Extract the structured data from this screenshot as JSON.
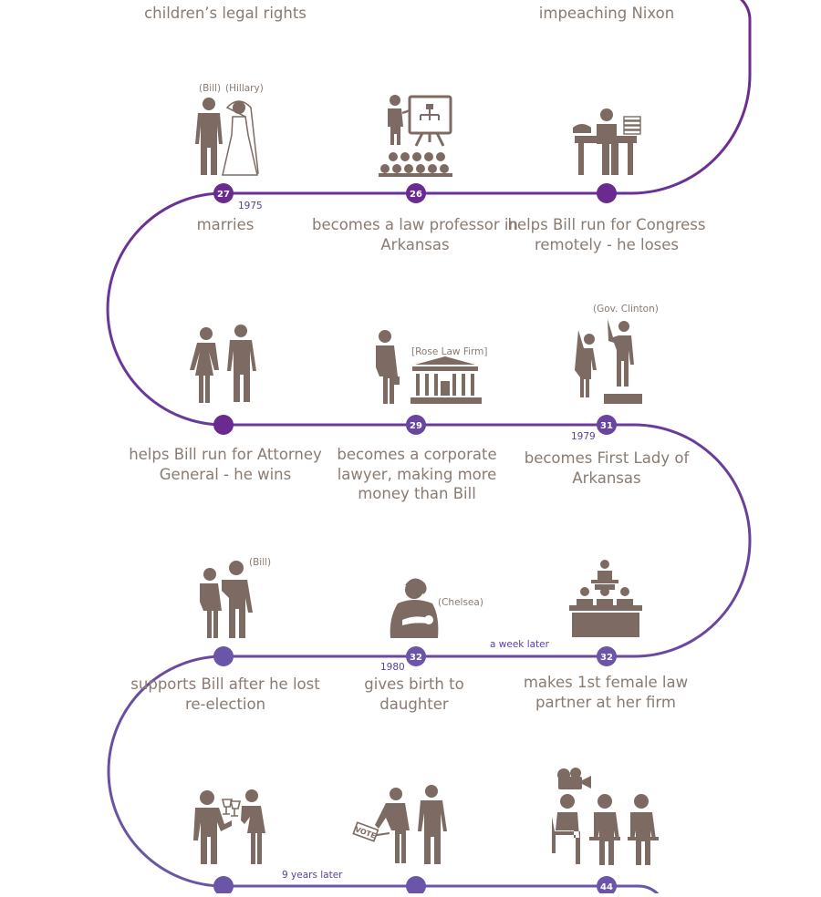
{
  "colors": {
    "purple_top": "#6b2a8f",
    "purple_bottom": "#6a55a8",
    "icon": "#7d6a62",
    "text": "#8a7b72"
  },
  "captions": {
    "top_left": "children’s legal rights",
    "top_right": "impeaching Nixon",
    "marries": "marries",
    "law_professor": "becomes a law professor in Arkansas",
    "congress": "helps Bill run for Congress remotely - he loses",
    "attorney_general": "helps Bill run for Attorney General - he wins",
    "corporate_lawyer": "becomes a corporate lawyer, making more money than Bill",
    "first_lady": "becomes First Lady of Arkansas",
    "re_election": "supports Bill after he lost re-election",
    "birth": "gives birth to daughter",
    "partner": "makes 1st female law partner at her firm"
  },
  "labels": {
    "bill": "(Bill)",
    "hillary": "(Hillary)",
    "rose_law_firm": "[Rose Law Firm]",
    "gov_clinton": "(Gov. Clinton)",
    "bill_2": "(Bill)",
    "chelsea": "(Chelsea)",
    "vote": "VOTE"
  },
  "years": {
    "y1975": "1975",
    "y1979": "1979",
    "y1980": "1980"
  },
  "intervals": {
    "week_later": "a week later",
    "nine_years": "9 years later"
  },
  "ages": {
    "marries": "27",
    "professor": "26",
    "corporate": "29",
    "first_lady": "31",
    "birth": "32",
    "partner": "32",
    "bottom_right": "44"
  }
}
